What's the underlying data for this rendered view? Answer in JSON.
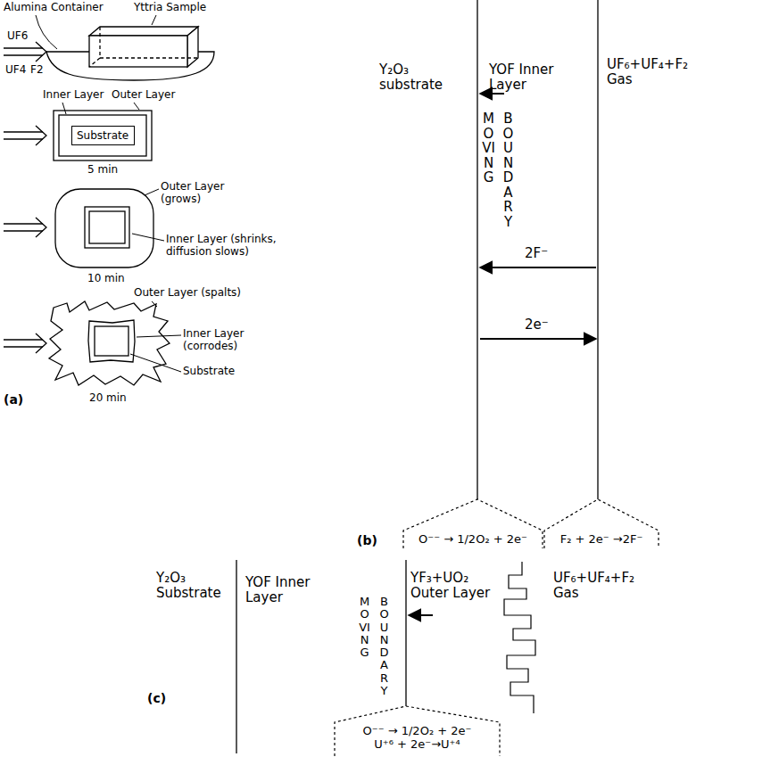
{
  "diagram": {
    "nodes": [
      {
        "text": [
          "Substrate"
        ]
      },
      {
        "text": [
          "O⁻⁻ → 1/2O₂ + 2e⁻"
        ]
      },
      {
        "text": [
          "F₂ + 2e⁻ →2F⁻"
        ]
      },
      {
        "text": [
          "O⁻⁻ → 1/2O₂ + 2e⁻",
          "U⁺⁶ + 2e⁻→U⁺⁴"
        ]
      }
    ],
    "labels": [
      "Alumina Container",
      "Yttria Sample",
      "UF6",
      "UF4",
      "F2",
      "Inner Layer",
      "Outer Layer",
      "5 min",
      "Outer Layer (grows)",
      "Inner Layer (shrinks, diffusion slows)",
      "10 min",
      "Outer Layer (spalts)",
      "Inner Layer (corrodes)",
      "Substrate",
      "20 min",
      "(a)",
      "Y₂O₃ substrate",
      "YOF Inner Layer",
      "UF₆+UF₄+F₂ Gas",
      "MOVING",
      "BOUNDARY",
      "2F⁻",
      "2e⁻",
      "(b)",
      "Y₂O₃ Substrate",
      "YOF Inner Layer",
      "YF₃+UO₂ Outer Layer",
      "UF₆+UF₄+F₂ Gas",
      "MOVING",
      "BOUNDARY",
      "(c)"
    ]
  }
}
